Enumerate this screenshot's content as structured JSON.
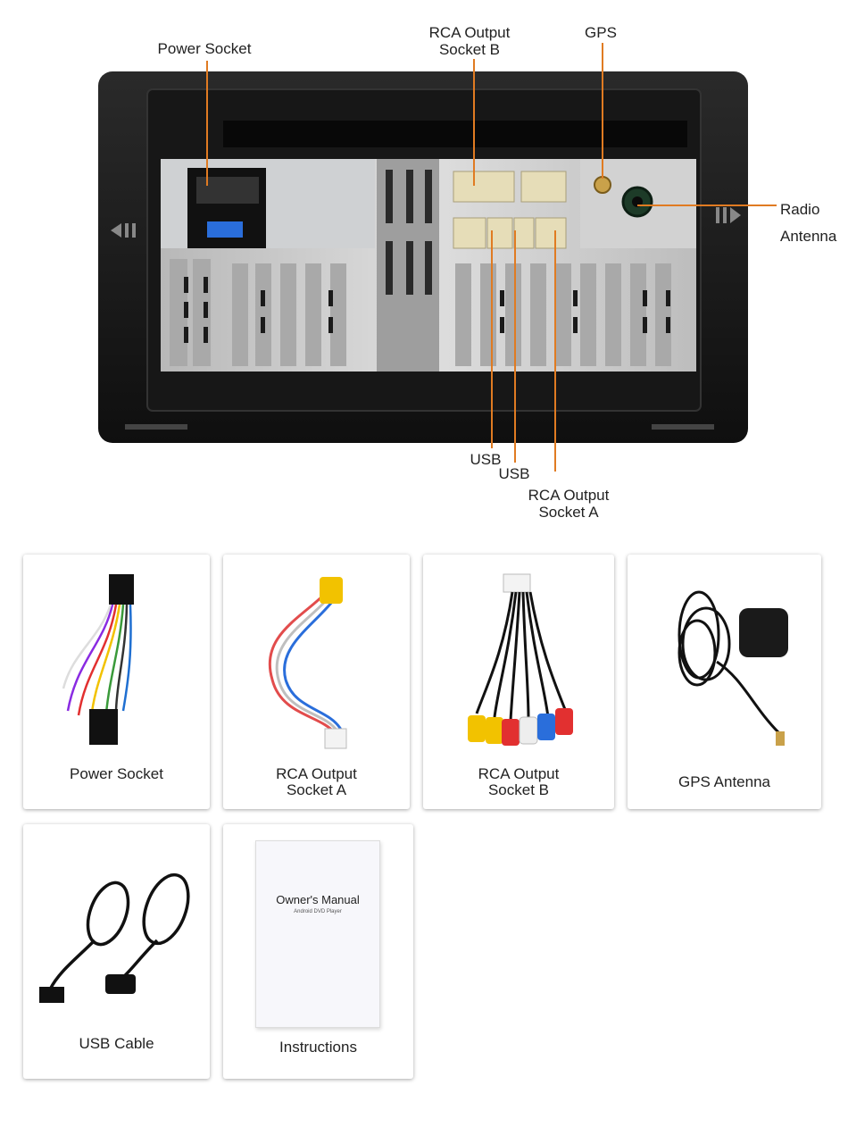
{
  "callouts": {
    "power_socket": "Power Socket",
    "rca_output_b": [
      "RCA Output",
      "Socket B"
    ],
    "gps": "GPS",
    "radio_antenna": [
      "Radio",
      "Antenna"
    ],
    "usb_1": "USB",
    "usb_2": "USB",
    "rca_output_a": [
      "RCA Output",
      "Socket A"
    ]
  },
  "accessories": [
    {
      "icon": "power-harness-icon",
      "label": [
        "Power Socket"
      ]
    },
    {
      "icon": "rca-cable-a-icon",
      "label": [
        "RCA Output",
        "Socket A"
      ]
    },
    {
      "icon": "rca-cable-b-icon",
      "label": [
        "RCA Output",
        "Socket B"
      ]
    },
    {
      "icon": "gps-antenna-icon",
      "label": [
        "GPS Antenna"
      ]
    },
    {
      "icon": "usb-cable-icon",
      "label": [
        "USB Cable"
      ]
    },
    {
      "icon": "manual-icon",
      "label": [
        "Instructions"
      ]
    }
  ],
  "manual": {
    "title": "Owner's Manual",
    "subtitle": "Android DVD Player"
  },
  "colors": {
    "callout_line": "#e07b22",
    "chassis": "#1c1c1c",
    "heatsink": "#c9c9c9",
    "connector": "#e6ddb8"
  }
}
